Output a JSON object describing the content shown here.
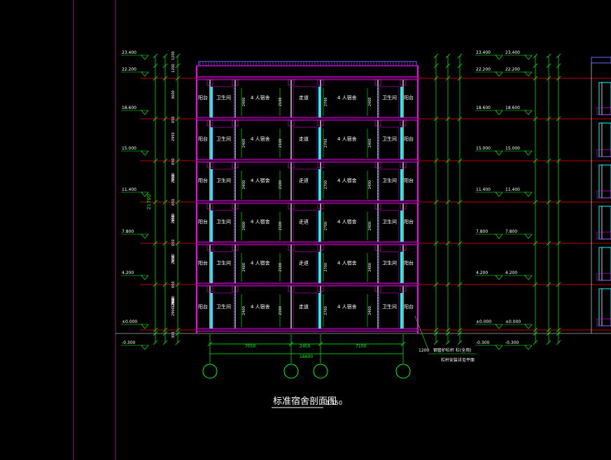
{
  "drawing": {
    "title": "标准宿舍剖面图",
    "scale": "1:150",
    "note_1": "1200",
    "note_2": "钢管护栏杆 栏(全用)",
    "note_3": "栏杆安装详见平面",
    "total_height_label": "21700",
    "dim_bottom": {
      "segments": [
        "7050",
        "2450",
        "7100"
      ],
      "total": "16600"
    }
  },
  "elevations_left": [
    "23.400",
    "22.200",
    "18.600",
    "15.000",
    "11.400",
    "7.800",
    "4.200",
    "±0.000",
    "-0.300"
  ],
  "elevations_right_a": [
    "23.400",
    "22.200",
    "18.600",
    "15.000",
    "11.400",
    "7.800",
    "4.200",
    "±0.000",
    "-0.300"
  ],
  "elevations_right_b": [
    "23.400",
    "22.200",
    "18.600",
    "15.000",
    "11.400",
    "7.800",
    "4.200",
    "±0.000",
    "-0.300"
  ],
  "left_dims": [
    "1200",
    "1200",
    "3600",
    "650",
    "2950",
    "3600",
    "650",
    "2950",
    "3600",
    "650",
    "2950",
    "3600",
    "650",
    "2950",
    "3600",
    "650",
    "2950",
    "1200",
    "2900",
    "300"
  ],
  "rooms": {
    "balcony": "阳台",
    "bathroom": "卫生间",
    "dorm": "4 人宿舍",
    "corridor": "走道"
  },
  "room_dims": {
    "d1": "2400",
    "d2": "2100",
    "d3": "2700"
  },
  "axis_bubbles": 4,
  "colors": {
    "bg": "#000000",
    "green": "#00ff00",
    "magenta": "#ff00ff",
    "cyan": "#00ffff",
    "red": "#ff0000",
    "white": "#ffffff",
    "blue": "#6666ff",
    "purple_line": "#7a1a5a"
  }
}
